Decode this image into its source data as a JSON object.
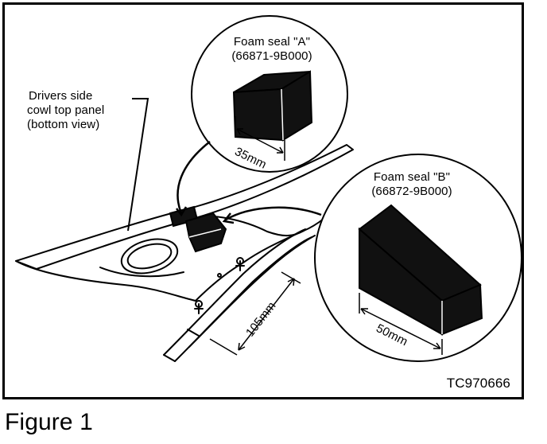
{
  "labels": {
    "cowl_line1": "Drivers side",
    "cowl_line2": "cowl top panel",
    "cowl_line3": "(bottom view)",
    "seal_a_name": "Foam seal \"A\"",
    "seal_a_part": "(66871-9B000)",
    "seal_a_dim": "35mm",
    "seal_b_name": "Foam seal \"B\"",
    "seal_b_part": "(66872-9B000)",
    "seal_b_dim": "50mm",
    "spacing_dim": "105mm"
  },
  "reference_code": "TC970666",
  "caption": "Figure 1"
}
